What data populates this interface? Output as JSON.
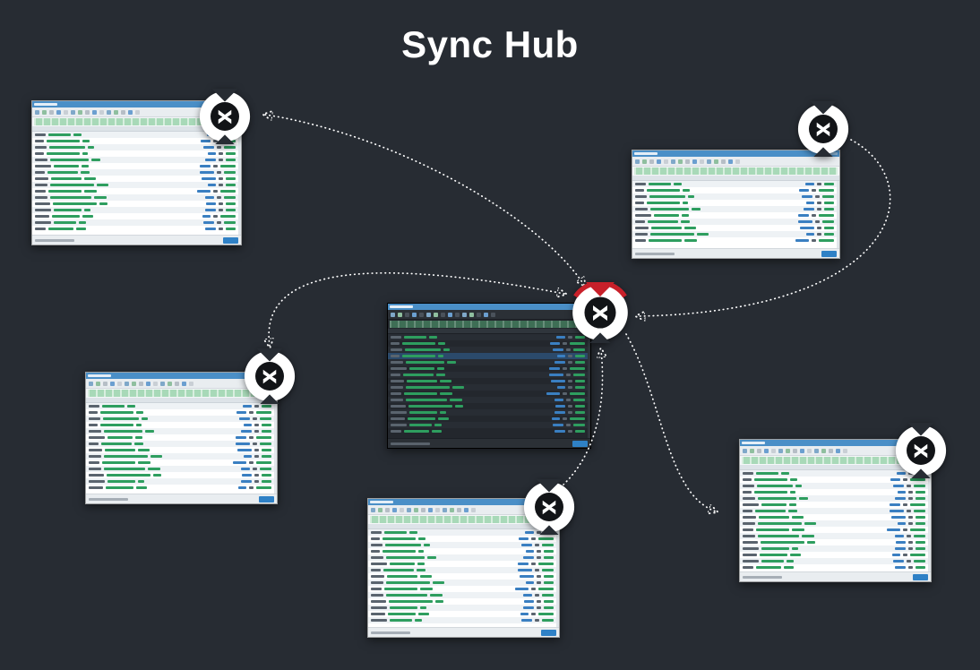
{
  "title": "Sync Hub",
  "colors": {
    "background": "#272c33",
    "line": "#ffffff",
    "titlebar_blue": "#4a8fc7",
    "banner_green": "#a8d9b8",
    "row_green": "#2e9e5f",
    "row_blue": "#3a7fc1",
    "row_dark": "#5a646e",
    "button_blue": "#2f81c6",
    "hub_red": "#c8202a",
    "badge_dark": "#121417",
    "badge_white": "#ffffff"
  },
  "windows": [
    {
      "id": "top-left",
      "theme": "light"
    },
    {
      "id": "top-right",
      "theme": "light"
    },
    {
      "id": "center",
      "theme": "dark"
    },
    {
      "id": "mid-left",
      "theme": "light"
    },
    {
      "id": "bottom-center",
      "theme": "light"
    },
    {
      "id": "bottom-right",
      "theme": "light"
    }
  ],
  "nodes": [
    {
      "id": "hub",
      "variant": "hub"
    },
    {
      "id": "node-top-left",
      "variant": "node"
    },
    {
      "id": "node-top-right",
      "variant": "node"
    },
    {
      "id": "node-mid-left",
      "variant": "node"
    },
    {
      "id": "node-bottom-center",
      "variant": "node"
    },
    {
      "id": "node-bottom-right",
      "variant": "node"
    }
  ],
  "connections": [
    {
      "from": "hub",
      "to": "node-top-left"
    },
    {
      "from": "node-mid-left",
      "to": "hub"
    },
    {
      "from": "node-top-right",
      "to": "hub"
    },
    {
      "from": "node-bottom-center",
      "to": "hub"
    },
    {
      "from": "hub",
      "to": "bottom-right-window"
    }
  ]
}
